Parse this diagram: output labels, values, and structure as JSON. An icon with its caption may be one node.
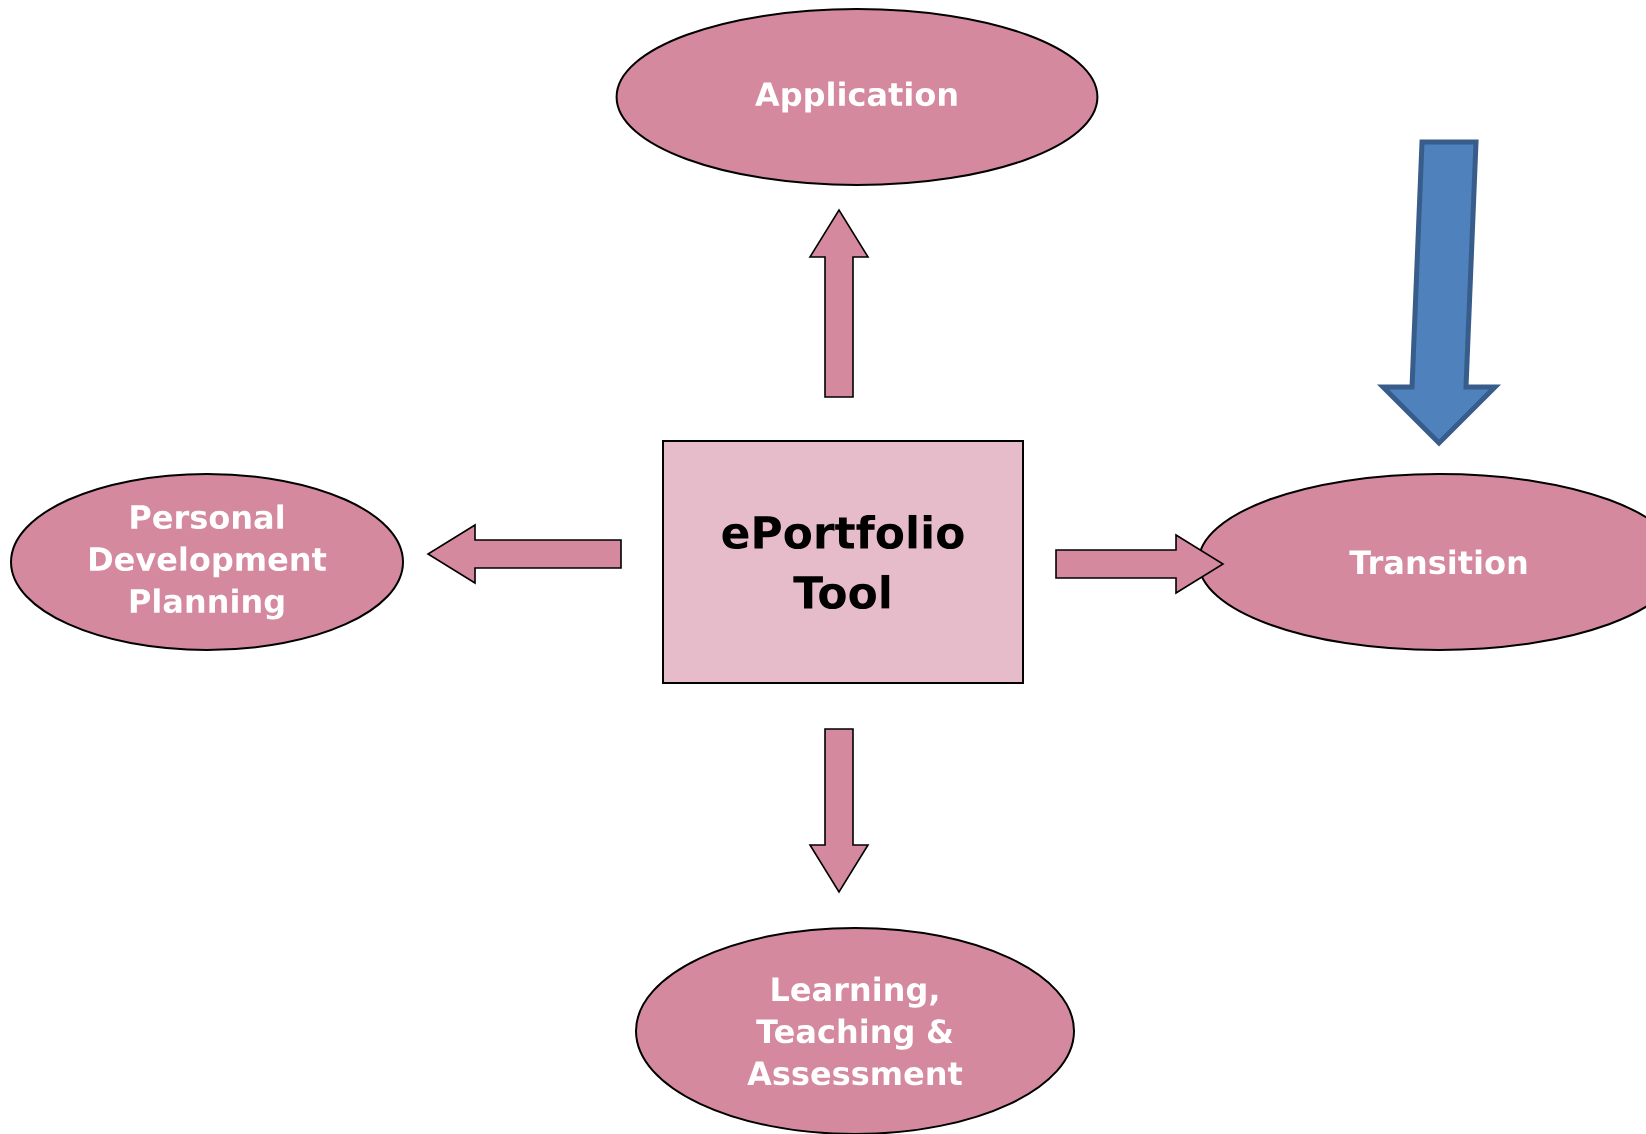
{
  "diagram": {
    "nodes": [
      {
        "text": [
          "ePortfolio Tool"
        ]
      },
      {
        "text": [
          "Application"
        ]
      },
      {
        "text": [
          "Personal Development Planning"
        ]
      },
      {
        "text": [
          "Transition"
        ]
      },
      {
        "text": [
          "Learning, Teaching & Assessment"
        ]
      }
    ],
    "edges": [
      {
        "from": 0,
        "to": 1,
        "arrow": "to"
      },
      {
        "from": 0,
        "to": 2,
        "arrow": "to"
      },
      {
        "from": 0,
        "to": 3,
        "arrow": "to"
      },
      {
        "from": 0,
        "to": 4,
        "arrow": "to"
      },
      {
        "from": null,
        "to": 3,
        "arrow": "to",
        "style": "thick",
        "color": "#4f81bd"
      }
    ]
  }
}
